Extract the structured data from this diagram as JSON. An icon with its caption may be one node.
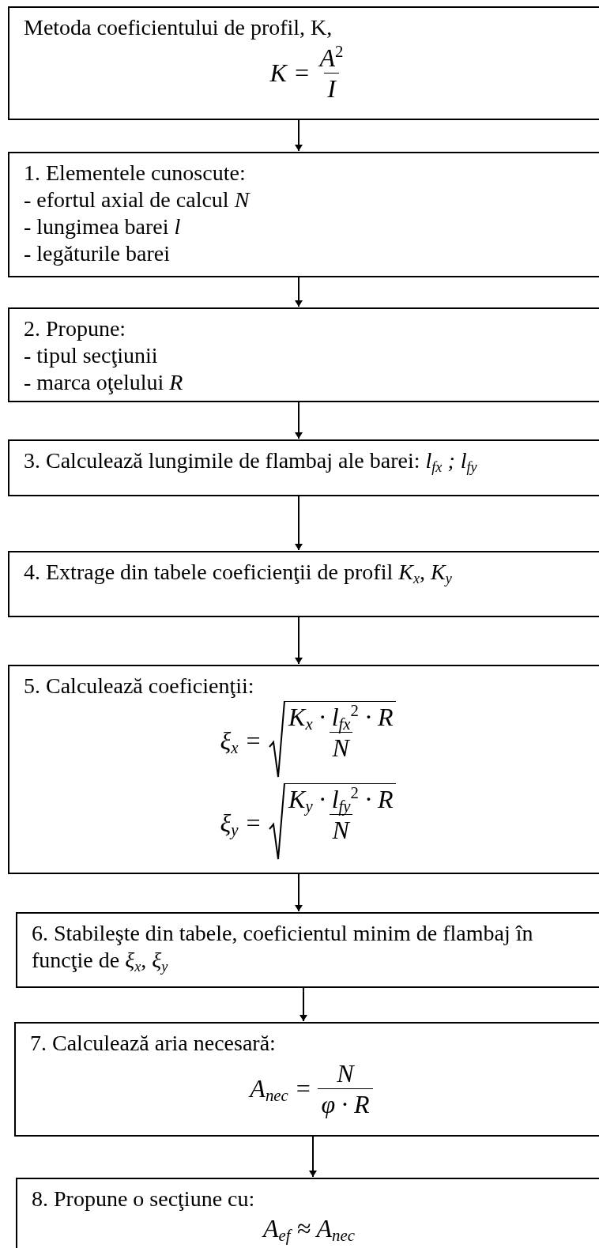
{
  "diagram": {
    "nodes": [
      {
        "text": [
          "Metoda coeficientului de profil, K,",
          "K =",
          "A$^{2}$",
          "I"
        ]
      },
      {
        "text": [
          "1. Elementele cunoscute:",
          "- efortul axial de calcul *N*",
          "- lungimea barei *l*",
          "- legăturile barei"
        ]
      },
      {
        "text": [
          "2. Propune:",
          "- tipul secţiunii",
          "- marca oţelului *R*"
        ]
      },
      {
        "text": [
          "3. Calculează lungimile de flambaj ale barei: *l*$_{fx}$ *;* *l*$_{fy}$"
        ]
      },
      {
        "text": [
          "4. Extrage din tabele coeficienţii de profil *K*$_{x}$,  *K*$_{y}$"
        ]
      },
      {
        "text": [
          "5. Calculează coeficienţii:",
          "ξ$_{x}$ =",
          "K$_{x}$ · l$_{fx}$$^{2}$ · R",
          "N",
          "ξ$_{y}$ =",
          "K$_{y}$ · l$_{fy}$$^{2}$ · R",
          "N"
        ]
      },
      {
        "text": [
          "6. Stabileşte din tabele, coeficientul minim de flambaj în funcţie de *ξ*$_{x}$, *ξ*$_{y}$"
        ]
      },
      {
        "text": [
          "7. Calculează aria necesară:",
          "A$_{nec}$ =",
          "N",
          "φ · R"
        ]
      },
      {
        "text": [
          "8. Propune o secţiune cu:",
          "A$_{ef}$ ≈ A$_{nec}$"
        ]
      }
    ],
    "edges": [
      {
        "from": 0,
        "to": 1,
        "arrow": "to"
      },
      {
        "from": 1,
        "to": 2,
        "arrow": "to"
      },
      {
        "from": 2,
        "to": 3,
        "arrow": "to"
      },
      {
        "from": 3,
        "to": 4,
        "arrow": "to"
      },
      {
        "from": 4,
        "to": 5,
        "arrow": "to"
      },
      {
        "from": 5,
        "to": 6,
        "arrow": "to"
      },
      {
        "from": 6,
        "to": 7,
        "arrow": "to"
      },
      {
        "from": 7,
        "to": 8,
        "arrow": "to"
      }
    ]
  }
}
